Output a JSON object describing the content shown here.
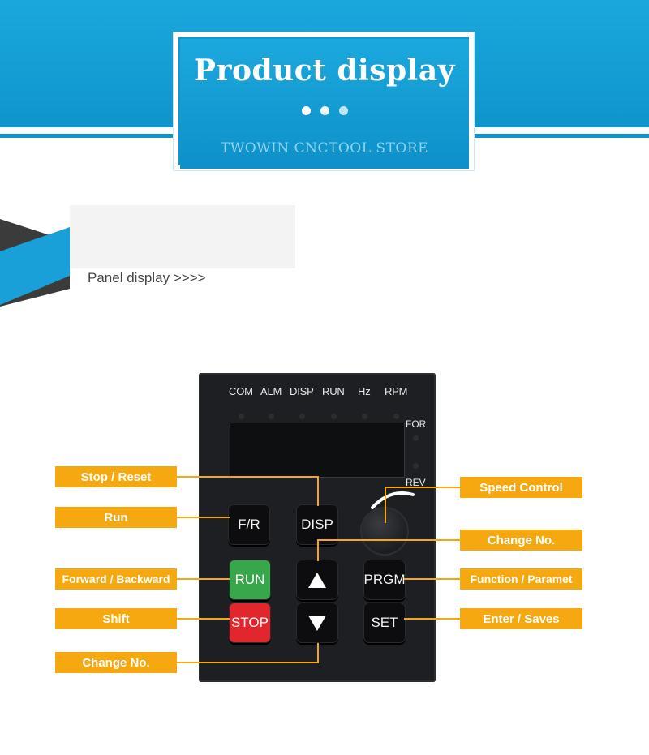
{
  "banner": {
    "title": "Product display",
    "store": "TWOWIN CNCTOOL STORE"
  },
  "section": {
    "label": "Panel display >>>>"
  },
  "panel": {
    "leds": [
      "COM",
      "ALM",
      "DISP",
      "RUN",
      "Hz",
      "RPM"
    ],
    "direction": {
      "forward": "FOR",
      "reverse": "REV"
    },
    "keys": {
      "fr": "F/R",
      "disp": "DISP",
      "run": "RUN",
      "prgm": "PRGM",
      "stop": "STOP",
      "set": "SET"
    }
  },
  "callouts": {
    "stop_reset": "Stop / Reset",
    "run": "Run",
    "forward_backward": "Forward / Backward",
    "shift": "Shift",
    "change_no_left": "Change No.",
    "speed_control": "Speed Control",
    "change_no_right": "Change No.",
    "function_param": "Function / Paramet",
    "enter_saves": "Enter / Saves"
  },
  "colors": {
    "banner_blue": "#1aa8dc",
    "callout_orange": "#f5a80f",
    "run_green": "#38a64a",
    "stop_red": "#e2262d",
    "panel_black": "#1e1f22"
  }
}
